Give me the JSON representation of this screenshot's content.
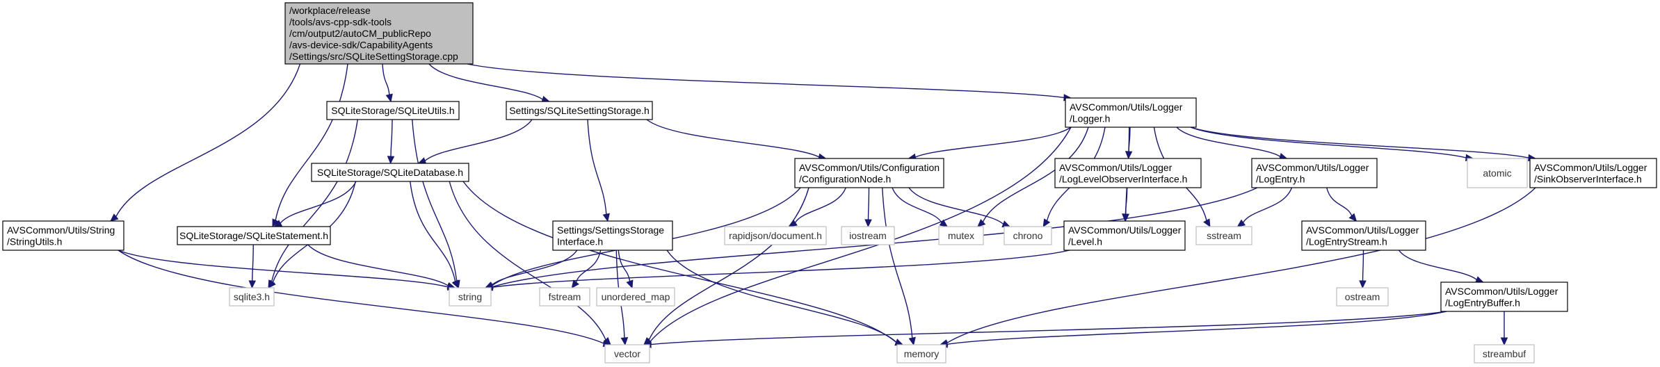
{
  "graph": {
    "nodes": {
      "root": [
        "/workplace/release",
        "/tools/avs-cpp-sdk-tools",
        "/cm/output2/autoCM_publicRepo",
        "/avs-device-sdk/CapabilityAgents",
        "/Settings/src/SQLiteSettingStorage.cpp"
      ],
      "sqliteutils": [
        "SQLiteStorage/SQLiteUtils.h"
      ],
      "settingstorage_h": [
        "Settings/SQLiteSettingStorage.h"
      ],
      "logger": [
        "AVSCommon/Utils/Logger",
        "/Logger.h"
      ],
      "sqlitedatabase": [
        "SQLiteStorage/SQLiteDatabase.h"
      ],
      "confignode": [
        "AVSCommon/Utils/Configuration",
        "/ConfigurationNode.h"
      ],
      "levelobs": [
        "AVSCommon/Utils/Logger",
        "/LogLevelObserverInterface.h"
      ],
      "logentry": [
        "AVSCommon/Utils/Logger",
        "/LogEntry.h"
      ],
      "atomic": [
        "atomic"
      ],
      "sinkobs": [
        "AVSCommon/Utils/Logger",
        "/SinkObserverInterface.h"
      ],
      "stringutils": [
        "AVSCommon/Utils/String",
        "/StringUtils.h"
      ],
      "sqlitestatement": [
        "SQLiteStorage/SQLiteStatement.h"
      ],
      "settingsstorage_if": [
        "Settings/SettingsStorage",
        "Interface.h"
      ],
      "rapidjson": [
        "rapidjson/document.h"
      ],
      "iostream": [
        "iostream"
      ],
      "mutex": [
        "mutex"
      ],
      "chrono": [
        "chrono"
      ],
      "level": [
        "AVSCommon/Utils/Logger",
        "/Level.h"
      ],
      "sstream": [
        "sstream"
      ],
      "logentrystream": [
        "AVSCommon/Utils/Logger",
        "/LogEntryStream.h"
      ],
      "sqlite3": [
        "sqlite3.h"
      ],
      "string": [
        "string"
      ],
      "fstream": [
        "fstream"
      ],
      "unordered_map": [
        "unordered_map"
      ],
      "ostream": [
        "ostream"
      ],
      "logentrybuffer": [
        "AVSCommon/Utils/Logger",
        "/LogEntryBuffer.h"
      ],
      "vector": [
        "vector"
      ],
      "memory": [
        "memory"
      ],
      "streambuf": [
        "streambuf"
      ]
    },
    "edges": [
      [
        "root",
        "sqliteutils"
      ],
      [
        "root",
        "settingstorage_h"
      ],
      [
        "root",
        "logger"
      ],
      [
        "root",
        "stringutils"
      ],
      [
        "root",
        "sqlitestatement"
      ],
      [
        "sqliteutils",
        "sqlitedatabase"
      ],
      [
        "sqliteutils",
        "sqlite3"
      ],
      [
        "sqliteutils",
        "string"
      ],
      [
        "settingstorage_h",
        "sqlitedatabase"
      ],
      [
        "settingstorage_h",
        "confignode"
      ],
      [
        "settingstorage_h",
        "settingsstorage_if"
      ],
      [
        "logger",
        "confignode"
      ],
      [
        "logger",
        "levelobs"
      ],
      [
        "logger",
        "logentry"
      ],
      [
        "logger",
        "atomic"
      ],
      [
        "logger",
        "sinkobs"
      ],
      [
        "logger",
        "mutex"
      ],
      [
        "logger",
        "chrono"
      ],
      [
        "logger",
        "level"
      ],
      [
        "logger",
        "sstream"
      ],
      [
        "logger",
        "vector"
      ],
      [
        "sqlitedatabase",
        "sqlitestatement"
      ],
      [
        "sqlitedatabase",
        "sqlite3"
      ],
      [
        "sqlitedatabase",
        "string"
      ],
      [
        "sqlitedatabase",
        "vector"
      ],
      [
        "sqlitedatabase",
        "memory"
      ],
      [
        "confignode",
        "rapidjson"
      ],
      [
        "confignode",
        "iostream"
      ],
      [
        "confignode",
        "mutex"
      ],
      [
        "confignode",
        "chrono"
      ],
      [
        "confignode",
        "string"
      ],
      [
        "confignode",
        "vector"
      ],
      [
        "confignode",
        "memory"
      ],
      [
        "levelobs",
        "level"
      ],
      [
        "logentry",
        "sstream"
      ],
      [
        "logentry",
        "logentrystream"
      ],
      [
        "logentry",
        "string"
      ],
      [
        "sinkobs",
        "memory"
      ],
      [
        "stringutils",
        "string"
      ],
      [
        "stringutils",
        "vector"
      ],
      [
        "sqlitestatement",
        "sqlite3"
      ],
      [
        "sqlitestatement",
        "string"
      ],
      [
        "settingsstorage_if",
        "string"
      ],
      [
        "settingsstorage_if",
        "fstream"
      ],
      [
        "settingsstorage_if",
        "unordered_map"
      ],
      [
        "settingsstorage_if",
        "vector"
      ],
      [
        "settingsstorage_if",
        "memory"
      ],
      [
        "level",
        "string"
      ],
      [
        "logentrystream",
        "ostream"
      ],
      [
        "logentrystream",
        "logentrybuffer"
      ],
      [
        "logentrybuffer",
        "vector"
      ],
      [
        "logentrybuffer",
        "memory"
      ],
      [
        "logentrybuffer",
        "streambuf"
      ]
    ]
  }
}
